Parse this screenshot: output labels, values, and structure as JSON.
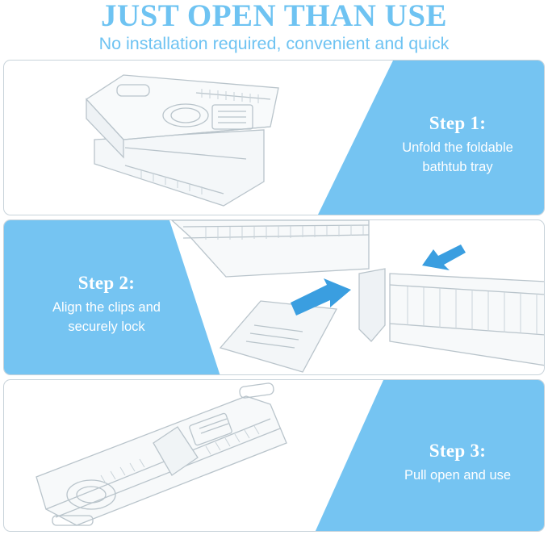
{
  "header": {
    "title": "JUST OPEN THAN USE",
    "subtitle": "No installation required, convenient and quick"
  },
  "steps": [
    {
      "title": "Step 1:",
      "desc_line1": "Unfold the foldable",
      "desc_line2": "bathtub tray"
    },
    {
      "title": "Step 2:",
      "desc_line1": "Align the clips and",
      "desc_line2": "securely lock"
    },
    {
      "title": "Step 3:",
      "desc_line1": "Pull open and use",
      "desc_line2": ""
    }
  ],
  "colors": {
    "accent_blue": "#6ec3f2",
    "panel_blue": "#75c4f2",
    "arrow_blue": "#3a9ee0",
    "panel_border": "#c8d3da"
  }
}
